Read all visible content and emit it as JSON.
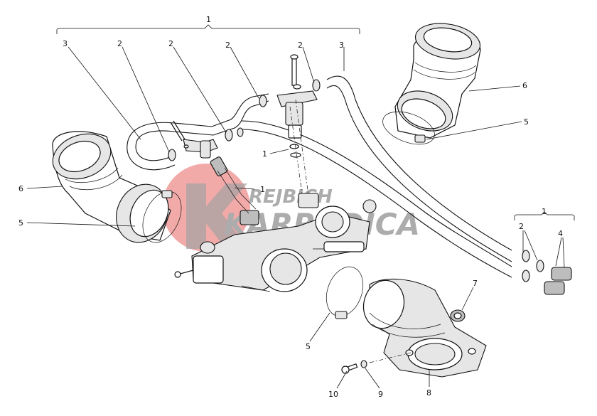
{
  "diagram": {
    "callouts": {
      "top_group": "1",
      "hose_left": "3",
      "hose_right": "3",
      "clamp_a": "2",
      "clamp_b": "2",
      "clamp_c": "2",
      "clamp_d": "2",
      "injector": "1",
      "throttle_body": "1",
      "boot_left": "6",
      "band_left": "5",
      "boot_right": "6",
      "band_right": "5",
      "kit_group": "1",
      "kit_clamps": "2",
      "kit_caps": "4",
      "band_lower": "5",
      "grommet": "7",
      "manifold": "8",
      "washer": "9",
      "screw": "10"
    },
    "watermark": {
      "line1": "REJBICH",
      "line2": "KARRADICA",
      "color": "#e0302e"
    }
  }
}
